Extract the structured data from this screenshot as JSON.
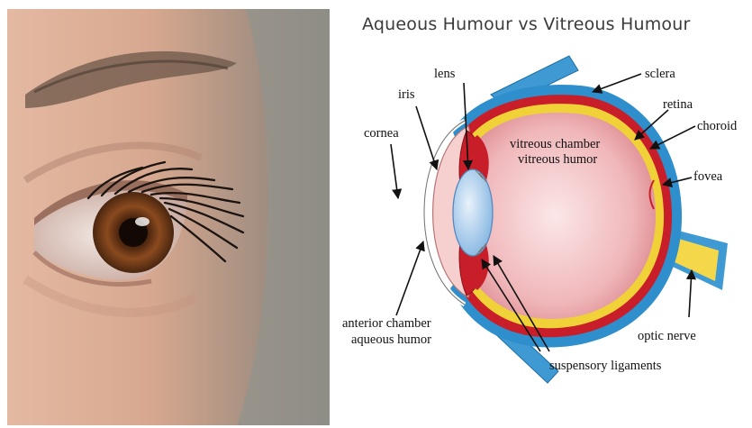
{
  "title": "Aqueous Humour vs Vitreous Humour",
  "labels": {
    "lens": "lens",
    "iris": "iris",
    "cornea": "cornea",
    "sclera": "sclera",
    "retina": "retina",
    "choroid": "choroid",
    "fovea": "fovea",
    "vitreous_line1": "vitreous chamber",
    "vitreous_line2": "vitreous humor",
    "anterior_line1": "anterior chamber",
    "anterior_line2": "aqueous humor",
    "optic_nerve": "optic nerve",
    "suspensory": "suspensory ligaments"
  },
  "colors": {
    "sclera": "#2f8fcc",
    "choroid": "#c81e2a",
    "retina": "#f0d238",
    "vitreous": "#e9a3a8",
    "lens": "#9ec6ea",
    "iris": "#c81e2a"
  }
}
